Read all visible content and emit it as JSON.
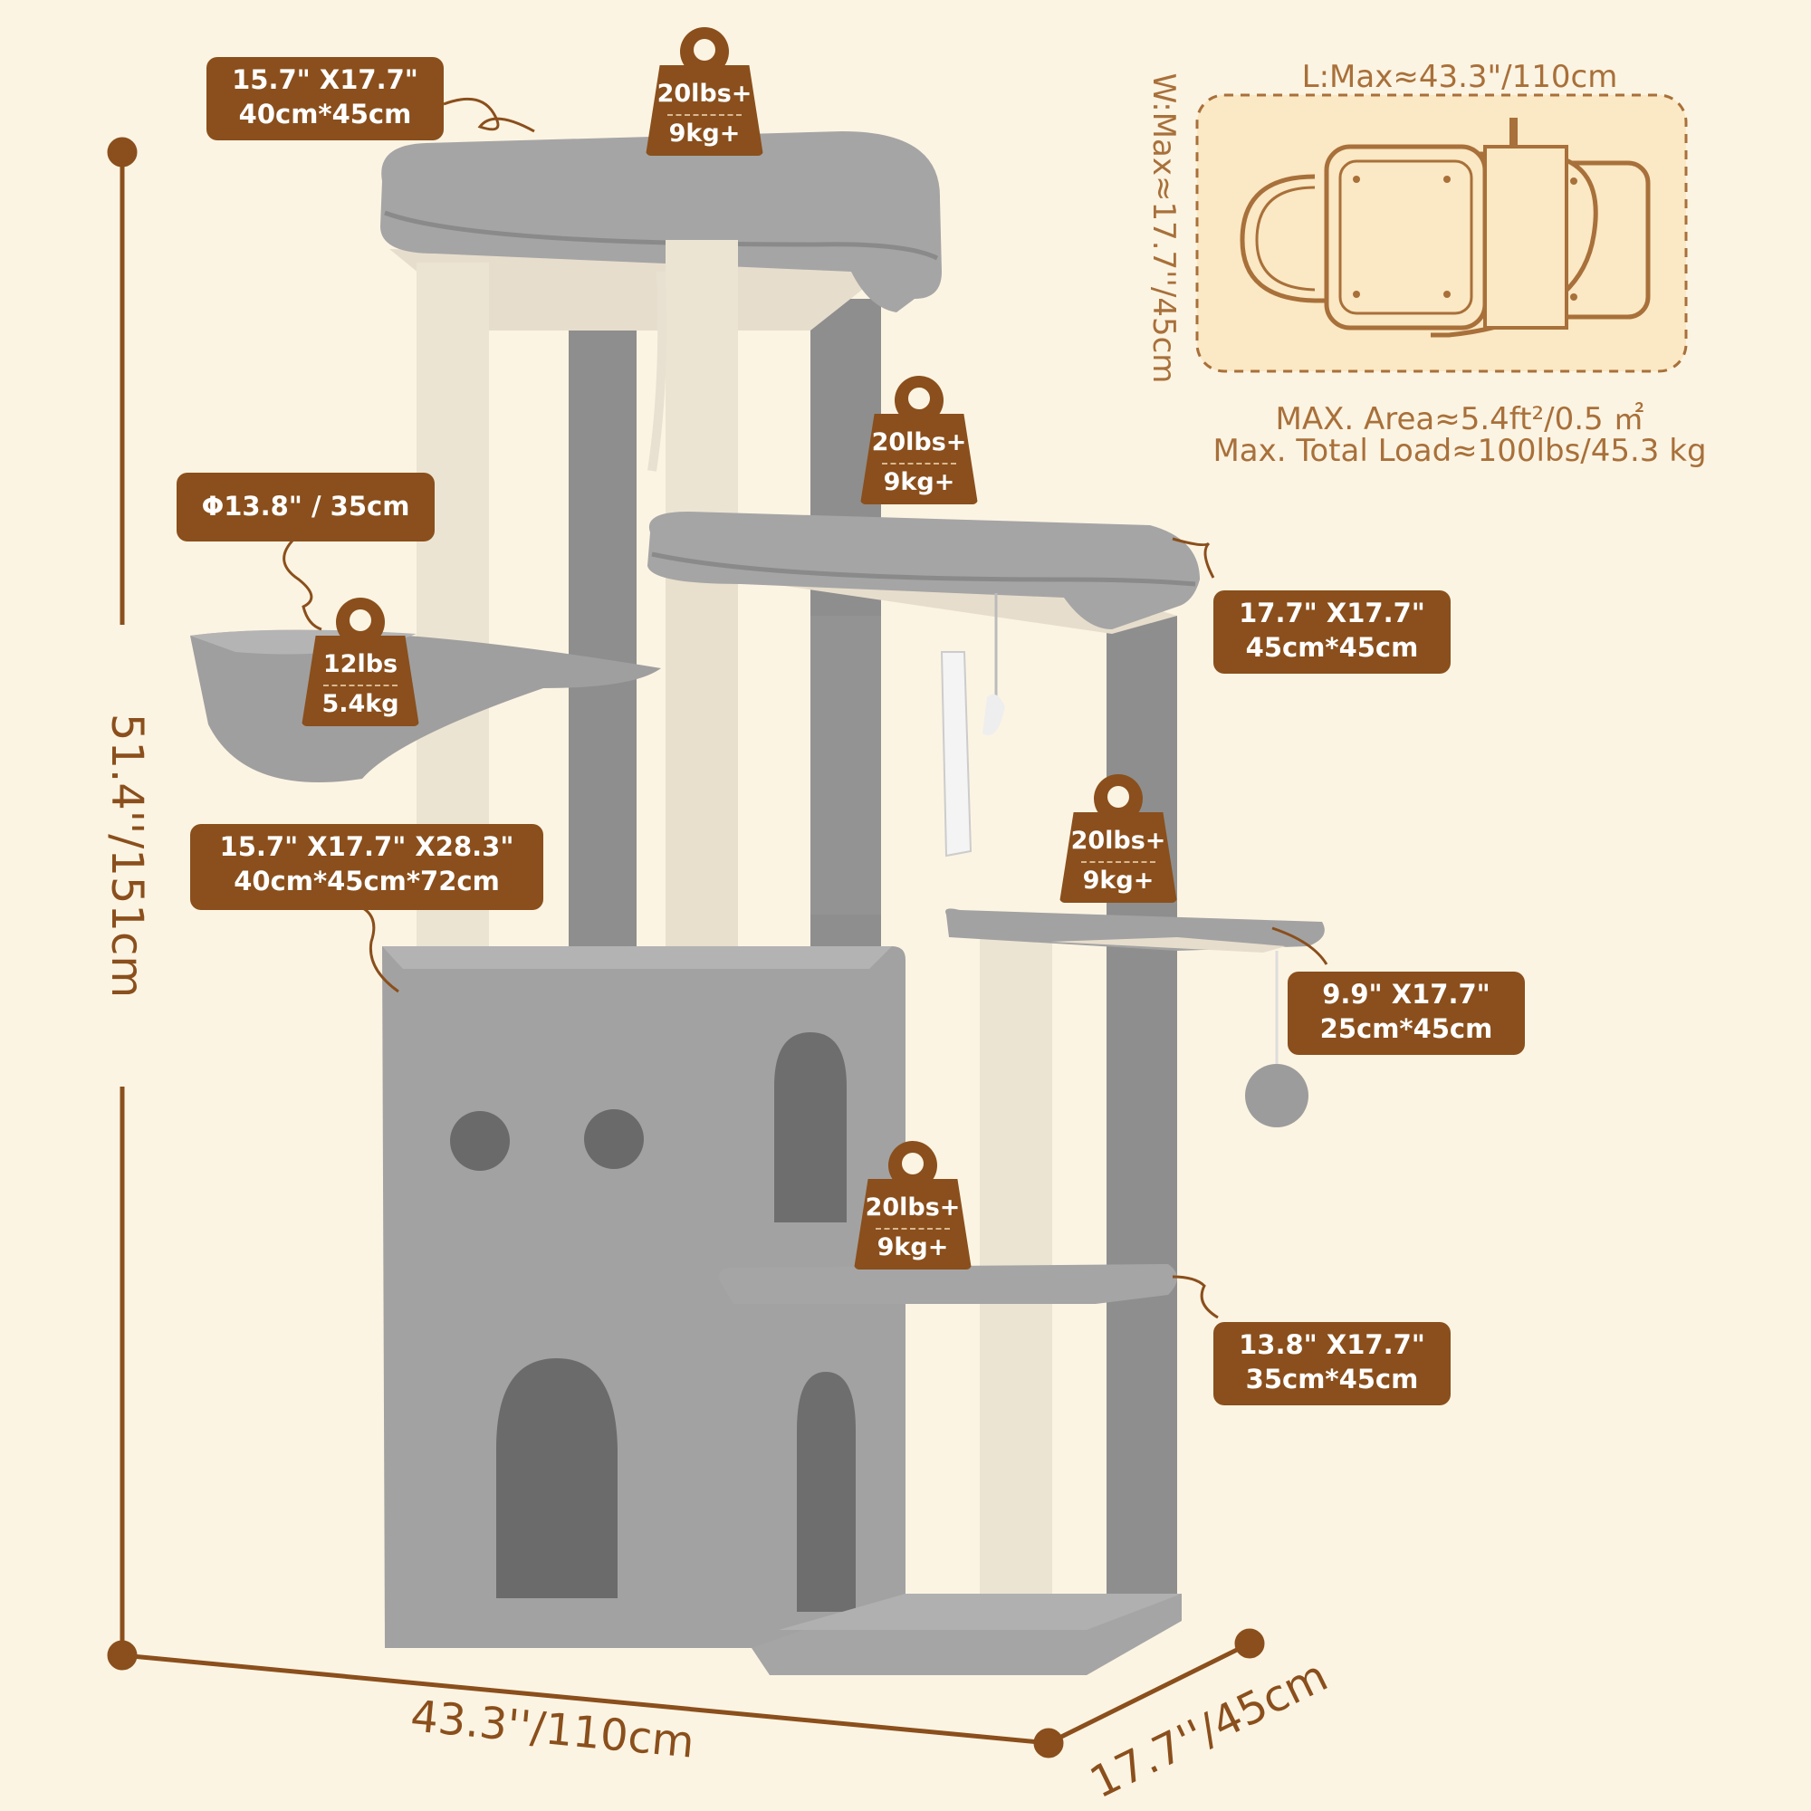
{
  "labels": {
    "top_perch": [
      "15.7\" X17.7\"",
      "40cm*45cm"
    ],
    "hammock": [
      "Φ13.8\" / 35cm"
    ],
    "condo": [
      "15.7\" X17.7\" X28.3\"",
      "40cm*45cm*72cm"
    ],
    "mid_platform": [
      "17.7\" X17.7\"",
      "45cm*45cm"
    ],
    "small_platform": [
      "9.9\" X17.7\"",
      "25cm*45cm"
    ],
    "low_platform": [
      "13.8\" X17.7\"",
      "35cm*45cm"
    ]
  },
  "weights": {
    "top": [
      "20lbs+",
      "9kg+"
    ],
    "mid": [
      "20lbs+",
      "9kg+"
    ],
    "hammock": [
      "12lbs",
      "5.4kg"
    ],
    "small": [
      "20lbs+",
      "9kg+"
    ],
    "low": [
      "20lbs+",
      "9kg+"
    ]
  },
  "dimensions": {
    "height": "51.4''/151cm",
    "length": "43.3''/110cm",
    "width": "17.7''/45cm"
  },
  "footprint": {
    "length_label": "L:Max≈43.3\"/110cm",
    "width_label": "W:Max≈17.7''/45cm",
    "area": "MAX. Area≈5.4ft²/0.5 ㎡",
    "load": "Max. Total Load≈100lbs/45.3 kg"
  },
  "colors": {
    "accent": "#8a4f1c",
    "background": "#fcf4e3",
    "plush": "#9c9c9c",
    "sisal": "#ece4d3"
  }
}
